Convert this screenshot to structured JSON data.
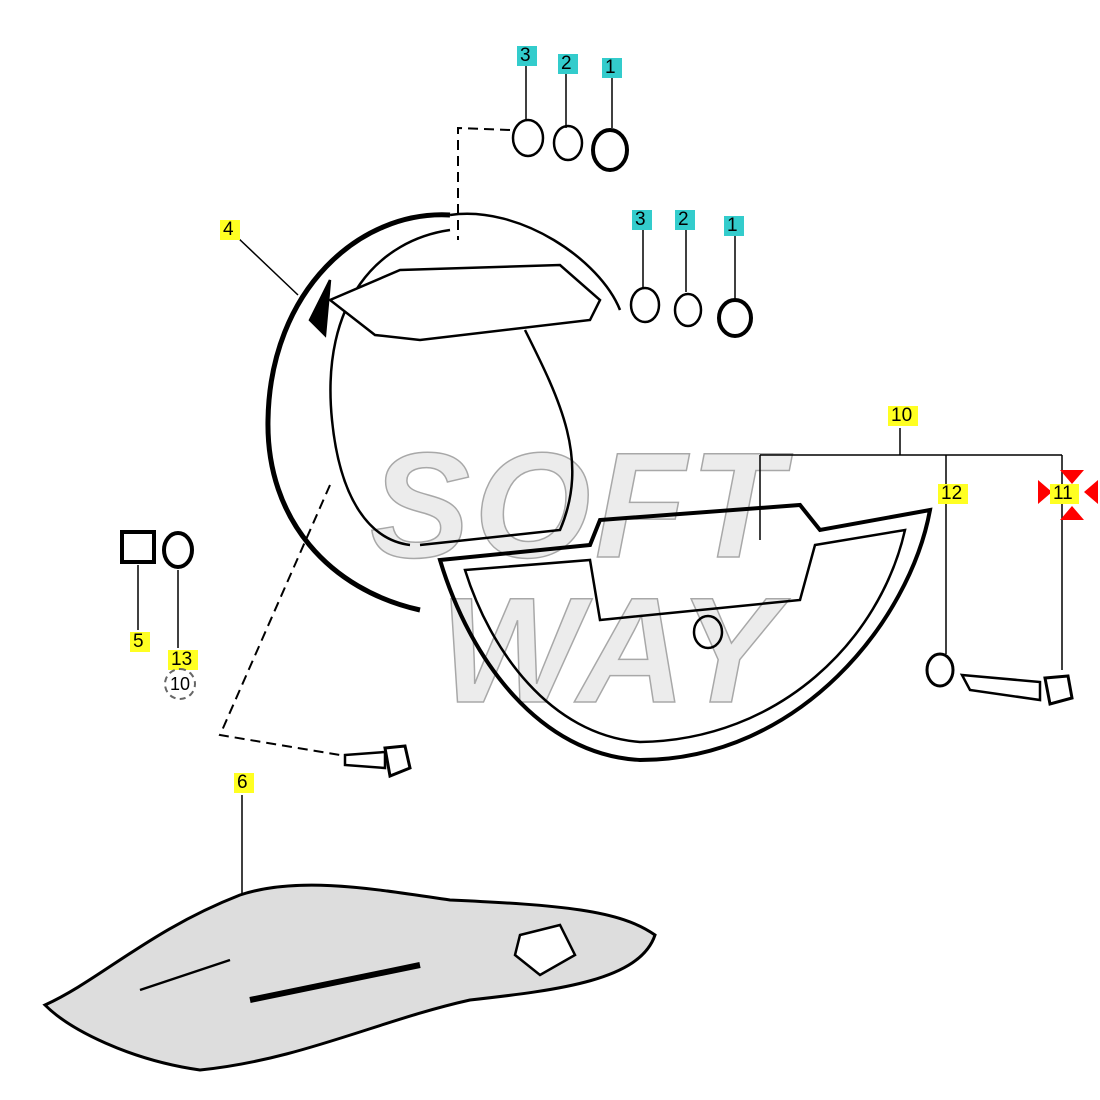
{
  "watermark": {
    "line1": "SOFT",
    "line2": "WAY"
  },
  "callouts": {
    "top_set": [
      "3",
      "2",
      "1"
    ],
    "mid_set": [
      "3",
      "2",
      "1"
    ],
    "frame": "4",
    "cover": "10",
    "washer": "12",
    "screw": "11",
    "clip": "5",
    "clip_washer": "13",
    "clip_washer_ref": "10",
    "tool_bag": "6"
  },
  "colors": {
    "cyan": "#33cccc",
    "yellow": "#ffff22",
    "highlight_arrows": "#ff0000"
  }
}
